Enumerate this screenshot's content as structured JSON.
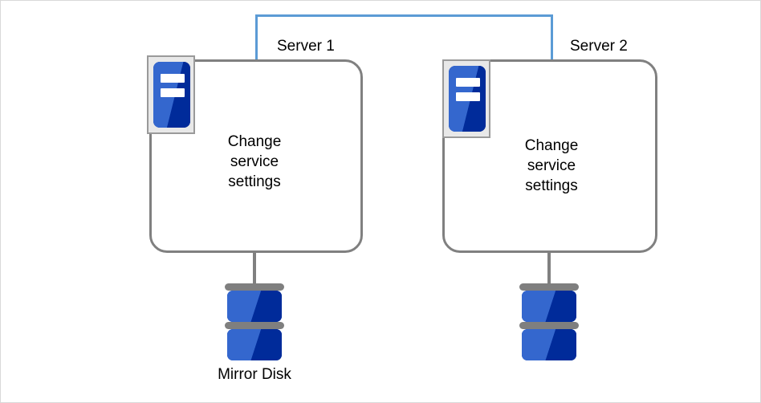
{
  "diagram": {
    "title": "Mirror Disk two-server cluster",
    "colors": {
      "connector": "#5B9BD5",
      "box_border": "#808080",
      "disk_light_blue": "#3467CE",
      "disk_dark_blue": "#002B9A",
      "plate_gray": "#7F7F7F",
      "icon_frame": "#E8E8E8",
      "background": "#FFFFFF"
    },
    "connector": {
      "name": "interconnect-link"
    },
    "nodes": [
      {
        "id": "server-1",
        "label": "Server 1",
        "body_text": "Change\nservice\nsettings",
        "icon": "server-icon",
        "disk": {
          "id": "disk-1",
          "icon": "mirror-disk-icon",
          "label": "Mirror Disk"
        }
      },
      {
        "id": "server-2",
        "label": "Server 2",
        "body_text": "Change\nservice\nsettings",
        "icon": "server-icon",
        "disk": {
          "id": "disk-2",
          "icon": "mirror-disk-icon",
          "label": ""
        }
      }
    ]
  }
}
